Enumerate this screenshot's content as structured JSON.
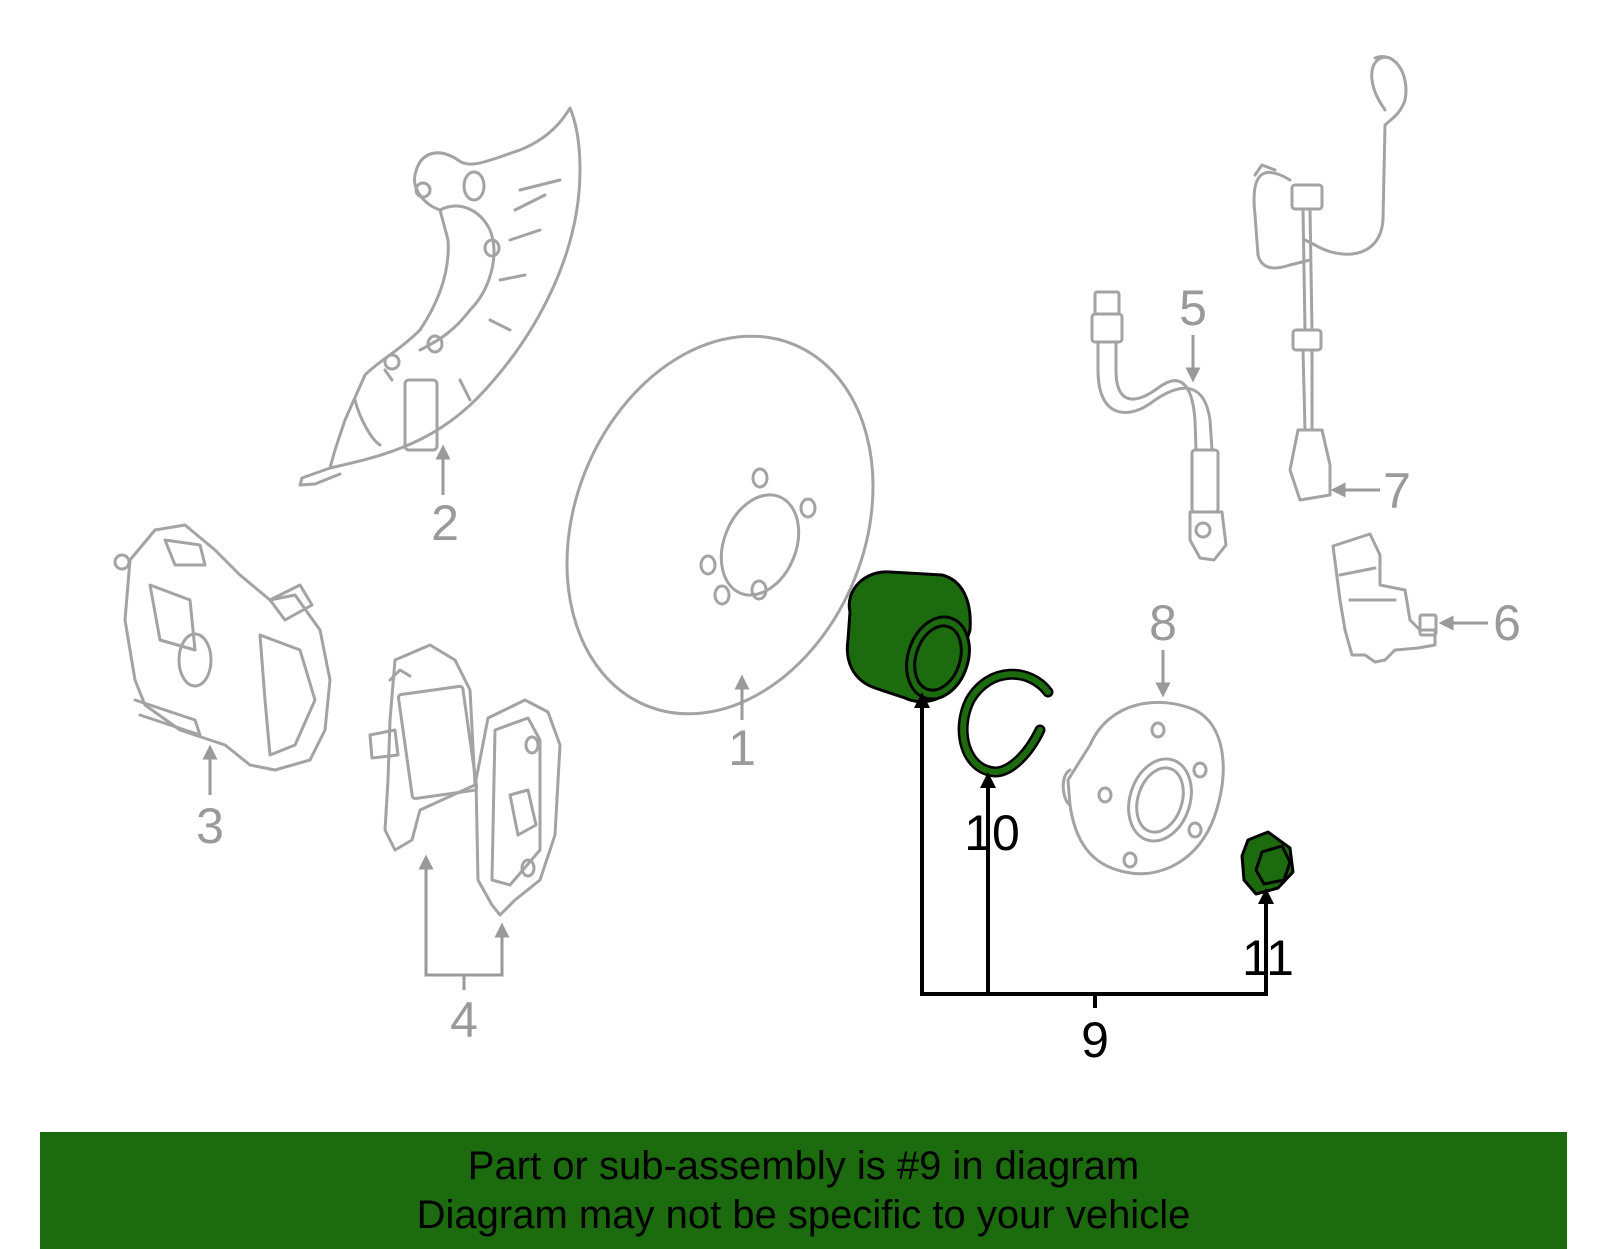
{
  "colors": {
    "highlight": "#1c6b0e",
    "banner_bg": "#1c6b0e",
    "part_outline": "#a3a3a3",
    "label_grey": "#9a9a9a",
    "label_active": "#000000"
  },
  "callouts": {
    "c1": "1",
    "c2": "2",
    "c3": "3",
    "c4": "4",
    "c5": "5",
    "c6": "6",
    "c7": "7",
    "c8": "8",
    "c9": "9",
    "c10": "10",
    "c11": "11"
  },
  "banner": {
    "line1": "Part or sub-assembly is #9 in diagram",
    "line2": "Diagram may not be specific to your vehicle"
  }
}
